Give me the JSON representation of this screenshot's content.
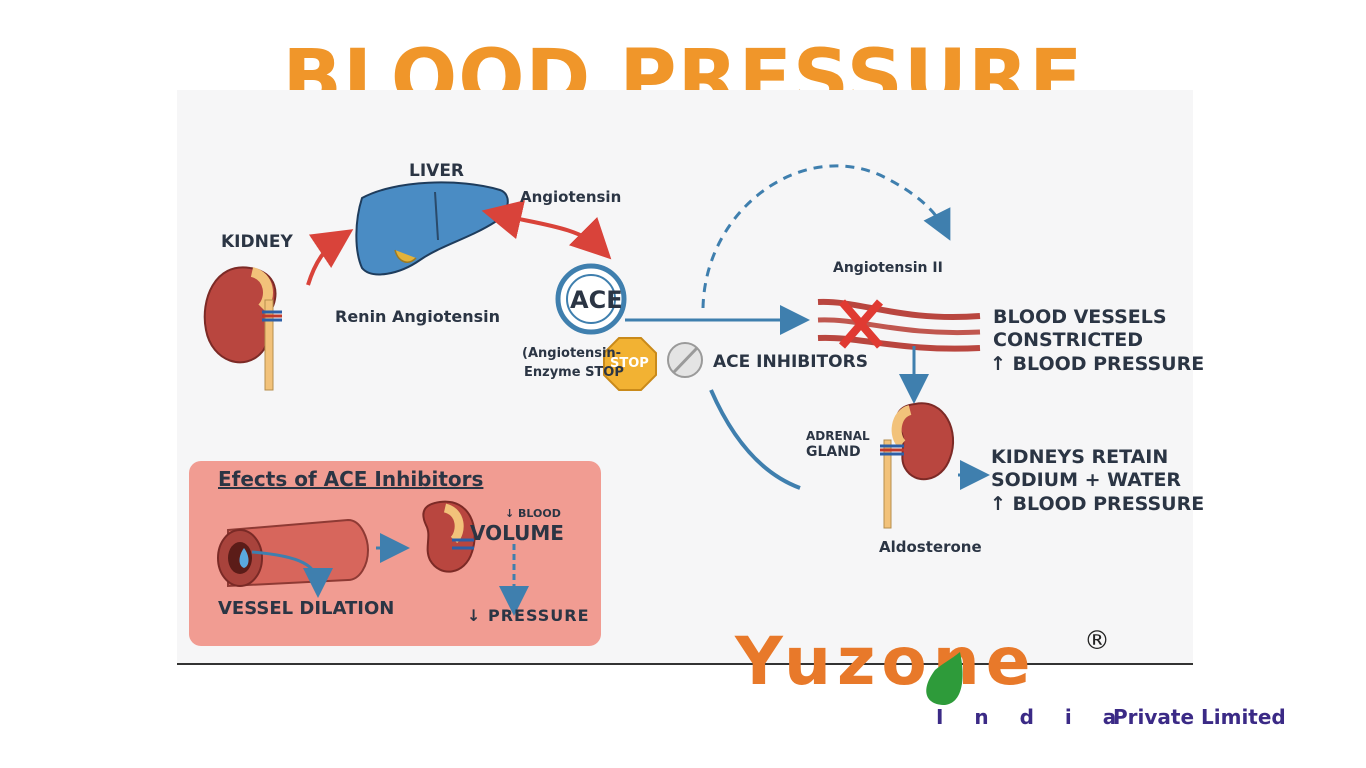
{
  "title": "BLOOD PRESSURE",
  "colors": {
    "title": "#f0962a",
    "arrow_red": "#d9433a",
    "arrow_blue": "#3f7fae",
    "text": "#2b3544",
    "effects_bg": "#f19c92",
    "logo_orange": "#e8792a",
    "logo_purple": "#3b2a86",
    "logo_green": "#2e9b3a"
  },
  "labels": {
    "liver": "LIVER",
    "kidney": "KIDNEY",
    "angiotensin": "Angiotensin",
    "renin": "Renin Angiotensin",
    "ace": "ACE",
    "ace_note_1": "(Angiotensin-",
    "ace_note_2": "Enzyme STOP",
    "stop": "STOP",
    "ace_inhibitors": "ACE INHIBITORS",
    "angiotensin_ii": "Angiotensin II",
    "vessels_1": "BLOOD VESSELS",
    "vessels_2": "CONSTRICTED",
    "vessels_3": "↑ BLOOD PRESSURE",
    "adrenal_1": "ADRENAL",
    "adrenal_2": "GLAND",
    "kidneys_1": "KIDNEYS RETAIN",
    "kidneys_2": "SODIUM + WATER",
    "kidneys_3": "↑ BLOOD PRESSURE",
    "aldosterone": "Aldosterone"
  },
  "effects": {
    "title": "Efects of ACE Inhibitors",
    "blood": "↓ BLOOD",
    "volume": "VOLUME",
    "vessel_dilation": "VESSEL DILATION",
    "pressure": "↓ PRESSURE"
  },
  "logo": {
    "brand": "Yuzone",
    "registered": "®",
    "india": "I n d i a",
    "suffix": "Private Limited"
  }
}
